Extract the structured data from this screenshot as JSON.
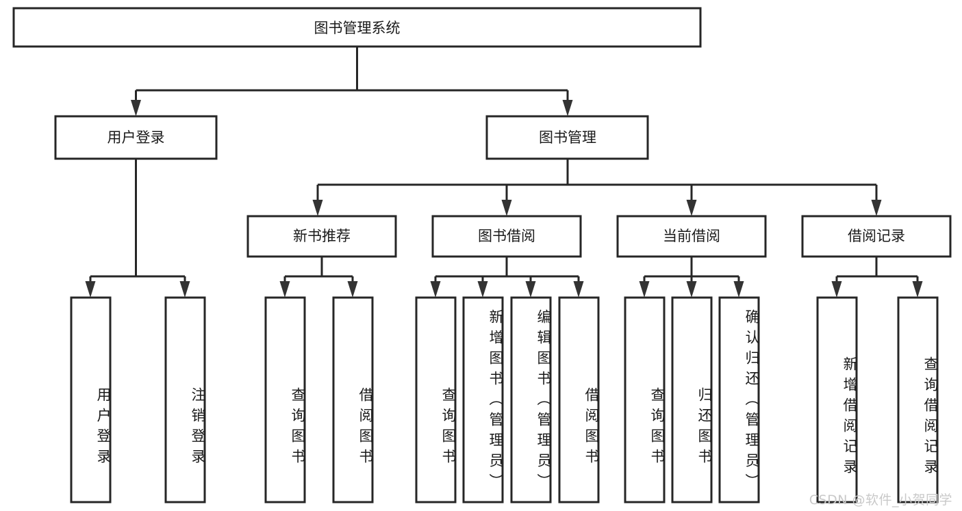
{
  "diagram": {
    "type": "tree-structure-chart",
    "title": "图书管理系统",
    "watermark": "CSDN @软件_小贺同学",
    "colors": {
      "background": "#ffffff",
      "box_stroke": "#262626",
      "text": "#1a1a1a",
      "watermark": "#c9c9c9"
    },
    "levels": {
      "level1": [
        {
          "id": "root",
          "label": "图书管理系统",
          "orientation": "horizontal"
        }
      ],
      "level2": [
        {
          "id": "user-login",
          "label": "用户登录",
          "orientation": "horizontal"
        },
        {
          "id": "book-manage",
          "label": "图书管理",
          "orientation": "horizontal"
        }
      ],
      "level3": [
        {
          "id": "new-book-recommend",
          "label": "新书推荐",
          "orientation": "horizontal",
          "parent": "book-manage"
        },
        {
          "id": "book-borrow",
          "label": "图书借阅",
          "orientation": "horizontal",
          "parent": "book-manage"
        },
        {
          "id": "current-borrow",
          "label": "当前借阅",
          "orientation": "horizontal",
          "parent": "book-manage"
        },
        {
          "id": "borrow-record",
          "label": "借阅记录",
          "orientation": "horizontal",
          "parent": "book-manage"
        }
      ],
      "level4": [
        {
          "id": "leaf-user-login",
          "label": "用户登录",
          "orientation": "vertical",
          "parent": "user-login"
        },
        {
          "id": "leaf-logout",
          "label": "注销登录",
          "orientation": "vertical",
          "parent": "user-login"
        },
        {
          "id": "leaf-query-book-1",
          "label": "查询图书",
          "orientation": "vertical",
          "parent": "new-book-recommend"
        },
        {
          "id": "leaf-borrow-book-1",
          "label": "借阅图书",
          "orientation": "vertical",
          "parent": "new-book-recommend"
        },
        {
          "id": "leaf-query-book-2",
          "label": "查询图书",
          "orientation": "vertical",
          "parent": "book-borrow"
        },
        {
          "id": "leaf-add-book",
          "label": "新增图书（管理员）",
          "orientation": "vertical",
          "parent": "book-borrow"
        },
        {
          "id": "leaf-edit-book",
          "label": "编辑图书（管理员）",
          "orientation": "vertical",
          "parent": "book-borrow"
        },
        {
          "id": "leaf-borrow-book-2",
          "label": "借阅图书",
          "orientation": "vertical",
          "parent": "book-borrow"
        },
        {
          "id": "leaf-query-book-3",
          "label": "查询图书",
          "orientation": "vertical",
          "parent": "current-borrow"
        },
        {
          "id": "leaf-return-book",
          "label": "归还图书",
          "orientation": "vertical",
          "parent": "current-borrow"
        },
        {
          "id": "leaf-confirm-return",
          "label": "确认归还（管理员）",
          "orientation": "vertical",
          "parent": "current-borrow"
        },
        {
          "id": "leaf-add-record",
          "label": "新增借阅记录",
          "orientation": "vertical",
          "parent": "borrow-record"
        },
        {
          "id": "leaf-query-record",
          "label": "查询借阅记录",
          "orientation": "vertical",
          "parent": "borrow-record"
        }
      ]
    }
  }
}
